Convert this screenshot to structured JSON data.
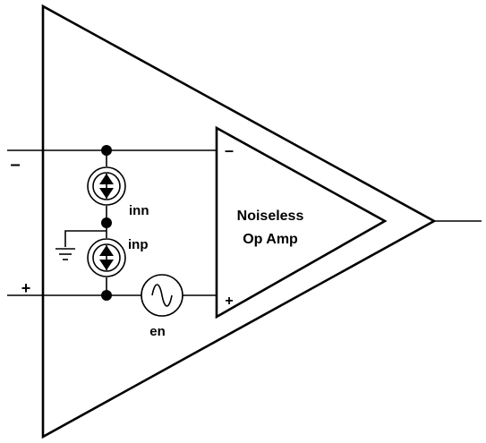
{
  "colors": {
    "line": "#000000",
    "background": "#ffffff"
  },
  "outer_amplifier": {
    "inverting_input_symbol": "–",
    "noninverting_input_symbol": "+"
  },
  "inner_amplifier": {
    "label_line1": "Noiseless",
    "label_line2": "Op Amp",
    "inverting_input_symbol": "–",
    "noninverting_input_symbol": "+"
  },
  "current_noise_sources": {
    "inverting": "inn",
    "noninverting": "inp"
  },
  "voltage_noise_source": {
    "label": "en"
  },
  "icons": {
    "ground": "ground-icon",
    "current_source": "current-source-icon",
    "ac_source": "ac-voltage-source-icon"
  }
}
